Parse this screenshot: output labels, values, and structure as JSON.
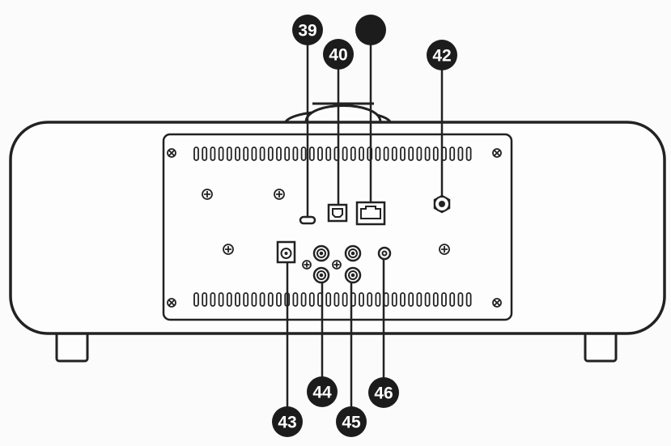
{
  "title": "",
  "callouts": {
    "c39": "39",
    "c40": "40",
    "c41": "",
    "c42": "42",
    "c43": "43",
    "c44": "44",
    "c45": "45",
    "c46": "46"
  },
  "connectors": [
    {
      "id": "c39",
      "name": "usb-c-port"
    },
    {
      "id": "c40",
      "name": "optical-input"
    },
    {
      "id": "c41",
      "name": "ethernet-port"
    },
    {
      "id": "c42",
      "name": "antenna-socket"
    },
    {
      "id": "c43",
      "name": "dc-power-input"
    },
    {
      "id": "c44",
      "name": "rca-jacks-left"
    },
    {
      "id": "c45",
      "name": "rca-jacks-right"
    },
    {
      "id": "c46",
      "name": "headphone-jack"
    }
  ],
  "colors": {
    "outline": "#222222",
    "callout_fill": "#1c1c1c",
    "callout_text": "#ffffff",
    "background": "#fbfbfb",
    "body_fill": "#fdfdfd"
  }
}
